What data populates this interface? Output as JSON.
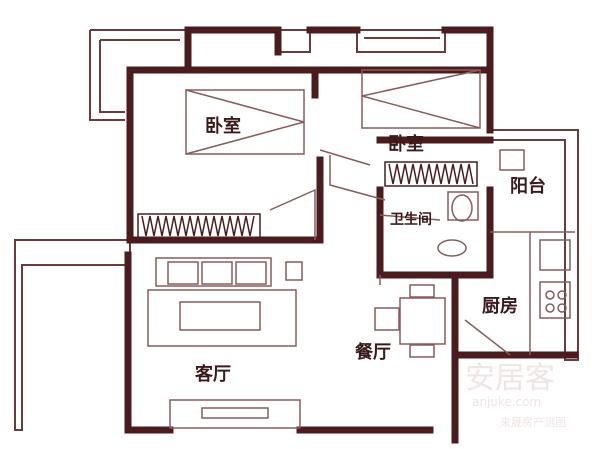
{
  "colors": {
    "wall": "#4a1c1e",
    "line": "#8a5a5c",
    "thin": "#b99a9a",
    "background": "#ffffff",
    "watermark": "#efe3e3"
  },
  "rooms": {
    "bedroom_left": "卧室",
    "bedroom_right": "卧室",
    "balcony": "阳台",
    "bathroom": "卫生间",
    "living_room": "客厅",
    "dining_room": "餐厅",
    "kitchen": "厨房"
  },
  "watermark": {
    "brand": "安居客",
    "site": "anjuke.com",
    "agent": "来晟房产测图"
  }
}
